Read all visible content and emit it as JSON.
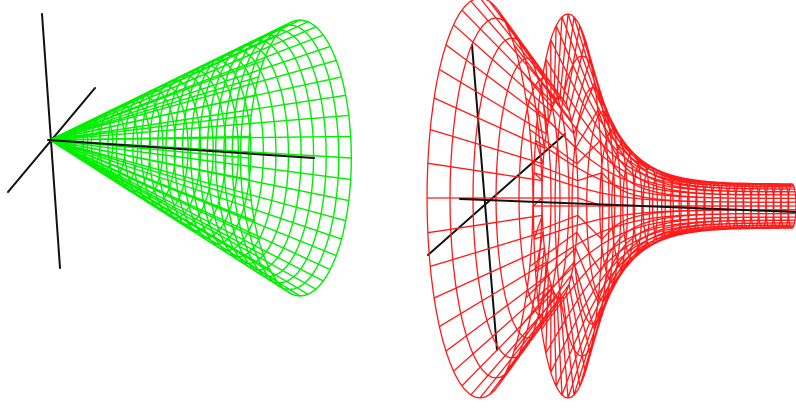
{
  "figures": [
    {
      "id": "cone",
      "surface": "cone",
      "color": "#00ee00",
      "axis_color": "#111111"
    },
    {
      "id": "pseudosphere",
      "surface": "pseudosphere",
      "color": "#ff1a1a",
      "axis_color": "#111111"
    }
  ]
}
